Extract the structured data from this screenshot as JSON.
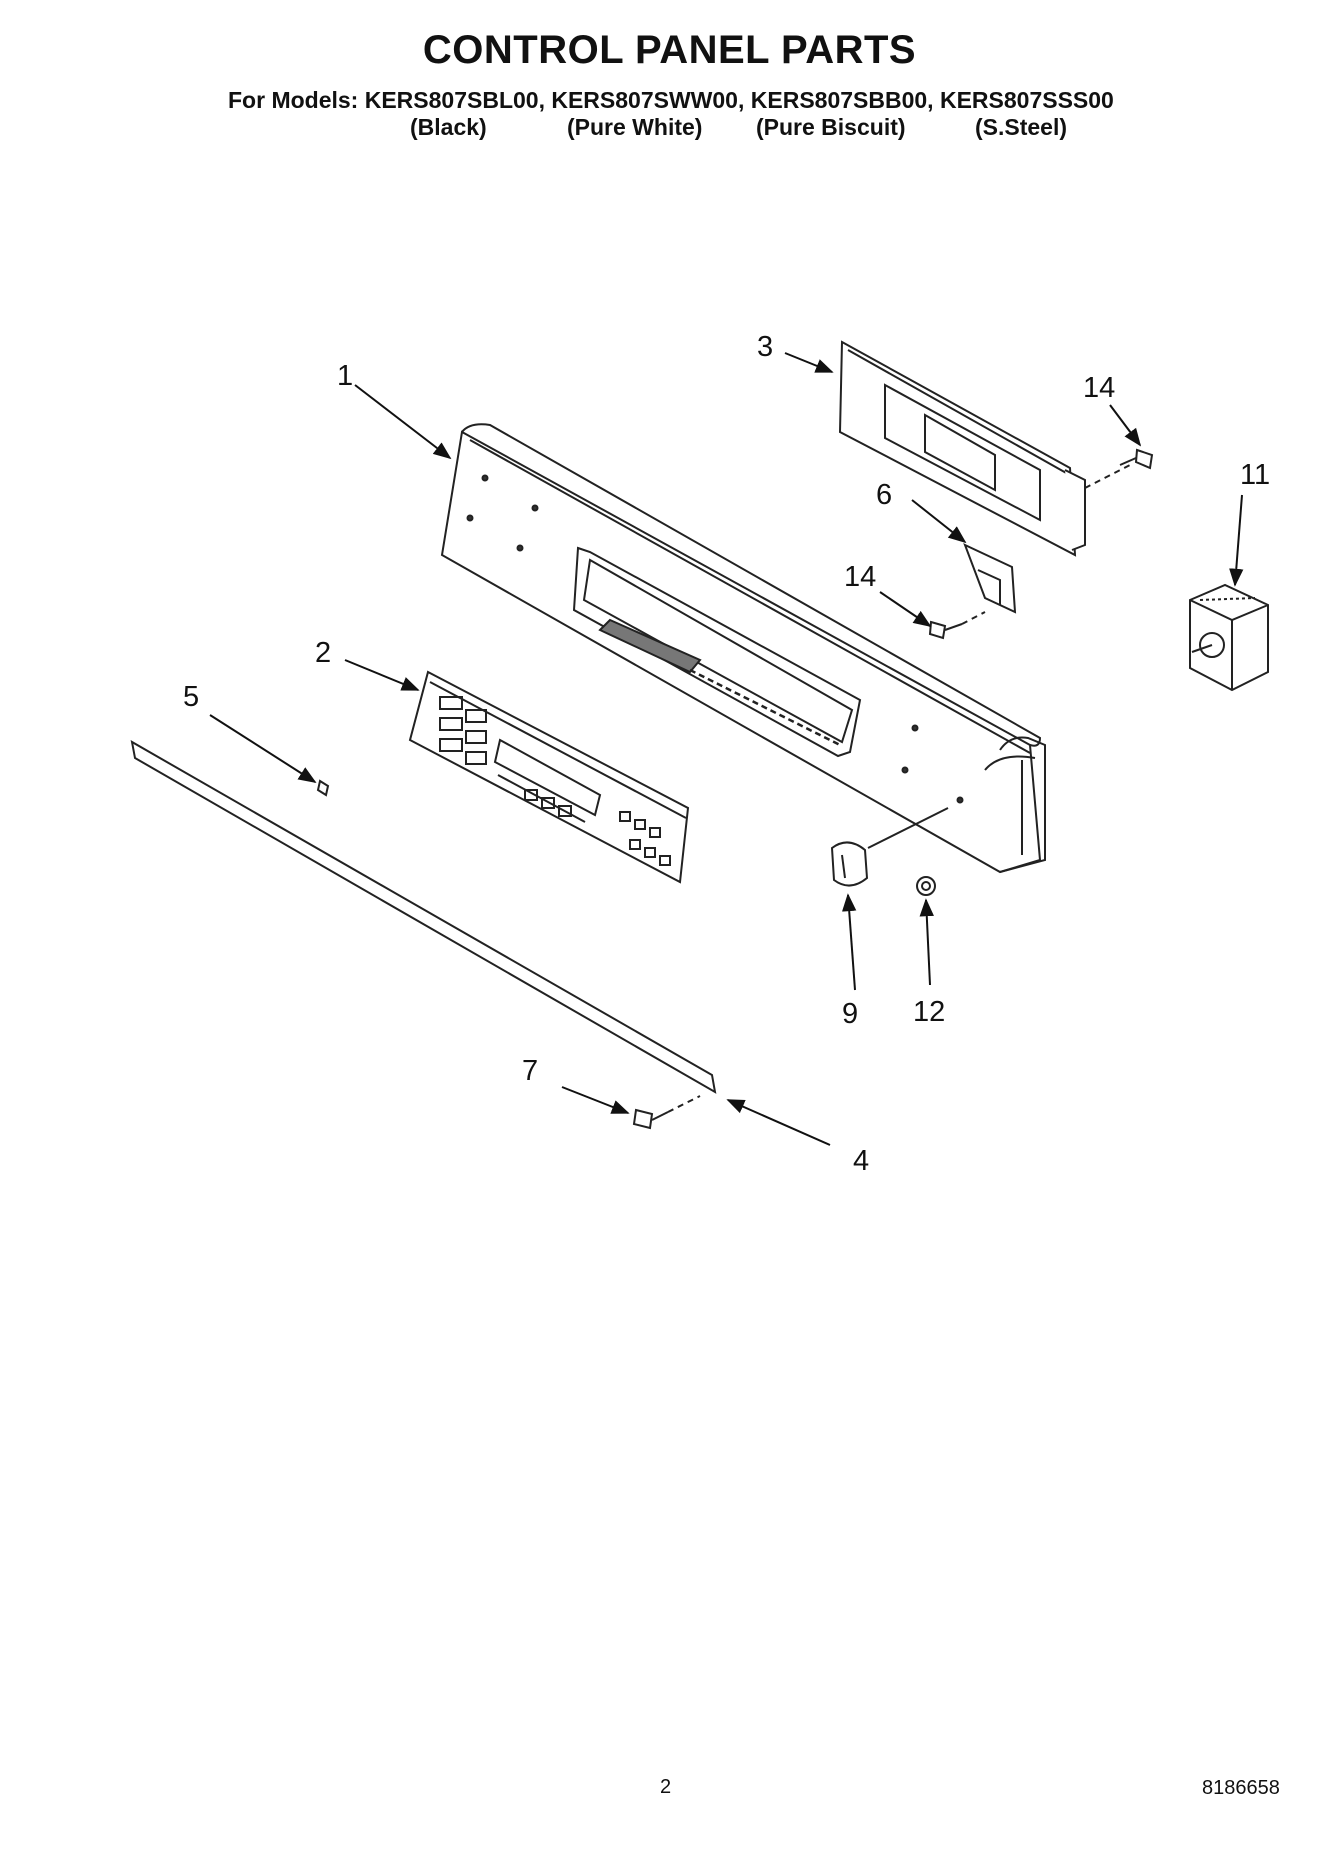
{
  "header": {
    "title": "CONTROL PANEL PARTS",
    "models_line": "For Models: KERS807SBL00, KERS807SWW00, KERS807SBB00, KERS807SSS00",
    "colors": [
      "(Black)",
      "(Pure White)",
      "(Pure Biscuit)",
      "(S.Steel)"
    ]
  },
  "callouts": {
    "c1": "1",
    "c2": "2",
    "c3": "3",
    "c4": "4",
    "c5": "5",
    "c6": "6",
    "c7": "7",
    "c9": "9",
    "c11": "11",
    "c12": "12",
    "c14a": "14",
    "c14b": "14"
  },
  "footer": {
    "page_number": "2",
    "doc_number": "8186658"
  }
}
